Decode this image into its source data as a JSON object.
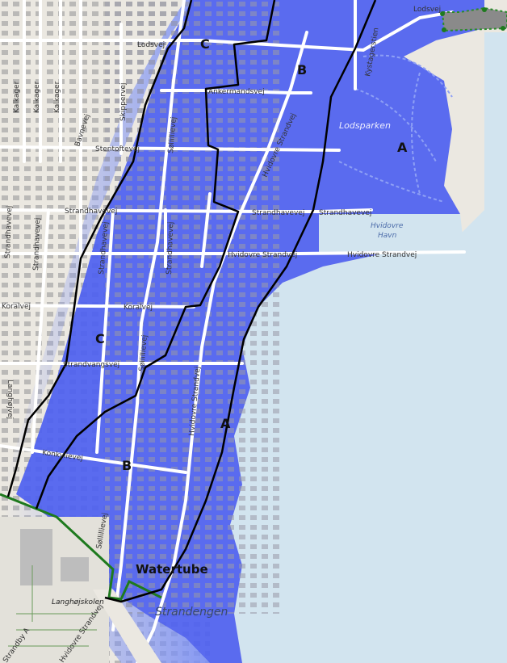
{
  "streets": {
    "lodsvej_west": "Lodsvej",
    "lodsvej_east": "Lodsvej",
    "kalkager_1": "Kalkager",
    "kalkager_2": "Kalkager",
    "kalkager_3": "Kalkager",
    "bavnevej": "Bavnevej",
    "skippervej": "Skippervej",
    "ankermandsvej": "Ankermandsvej",
    "kystagerstien": "Kystagerstien",
    "stentoftevej": "Stentoftevej",
    "soelillievej_north": "Søllillievej",
    "hvidovre_strandvej_diag": "Hvidovre Strandvej",
    "strandhavevej_west": "Strandhavevej",
    "strandhavevej_mid": "Strandhavevej",
    "strandhavevej_east": "Strandhavevej",
    "hvidovre_strandvej_mid": "Hvidovre Strandvej",
    "hvidovre_strandvej_east": "Hvidovre Strandvej",
    "strandhavevej_v1": "Strandhavevej",
    "strandhavevej_v2": "Strandhavevej",
    "strandhavevej_v3": "Strandhavevej",
    "strandhavevej_v4": "Strandhavevej",
    "koralvej_west": "Koralvej",
    "koralvej_mid": "Koralvej",
    "strandvangsvej": "Strandvangsvej",
    "soelillievej_mid": "Søllillievej",
    "langhojvej": "Langhøjvej",
    "konkylievej": "Konkylievej",
    "soelillievej_south": "Søllillievej",
    "hvidovre_strandvej_south": "Hvidovre Strandvej",
    "hvidovre_strandvej_sw": "Hvidovre Strandvej",
    "strandby": "Strandby A"
  },
  "places": {
    "lodsparken": "Lodsparken",
    "hvidovre": "Hvidovre",
    "havn": "Havn",
    "langhojskolen": "Langhøjskolen",
    "strandengen": "Strandengen"
  },
  "zones": {
    "a_north": "A",
    "a_south": "A",
    "b_north": "B",
    "b_south": "B",
    "c_north": "C",
    "c_south": "C"
  },
  "labels": {
    "watertube": "Watertube"
  },
  "colors": {
    "land": "#ebe8e1",
    "building": "#a9a9a9",
    "road": "#ffffff",
    "flood_deep": "#4d5ff0",
    "flood_shallow": "#7a8ff5",
    "sea": "#d2e4ef",
    "boundary": "#000000",
    "watertube": "#1e7a1e"
  }
}
